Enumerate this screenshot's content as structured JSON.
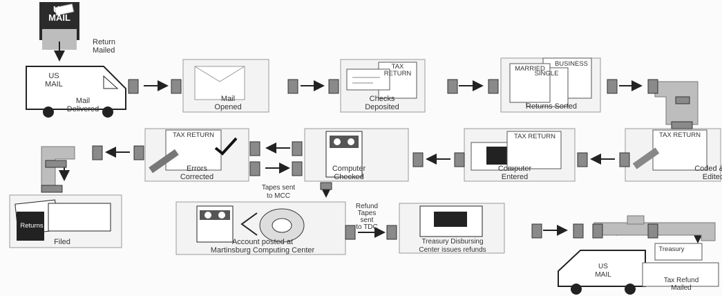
{
  "mailbox": {
    "text": "US\nMAIL",
    "caption": "Return\nMailed"
  },
  "steps": {
    "mail_delivered": {
      "truck_text": "US\nMAIL",
      "label": "Mail\nDelivered"
    },
    "mail_opened": {
      "label": "Mail\nOpened"
    },
    "checks_deposited": {
      "doc_title": "TAX RETURN",
      "label": "Checks\nDeposited"
    },
    "returns_sorted": {
      "tags": [
        "BUSINESS",
        "MARRIED",
        "SINGLE"
      ],
      "label": "Returns Sorted"
    },
    "coded_edited": {
      "doc_title": "TAX RETURN",
      "label": "Coded &\nEdited"
    },
    "computer_entered": {
      "doc_title": "TAX RETURN",
      "label": "Computer\nEntered"
    },
    "computer_checked": {
      "label": "Computer\nChecked"
    },
    "errors_corrected": {
      "doc_title": "TAX RETURN",
      "label": "Errors\nCorrected"
    },
    "filed": {
      "folder_tab": "Returns",
      "label": "Filed"
    },
    "account_posted": {
      "label": "Account posted at\nMartinsburg Computing Center"
    },
    "treasury": {
      "label": "Treasury Disbursing\nCenter issues refunds"
    },
    "tax_refund": {
      "check_text": "Treasury",
      "truck_text": "US\nMAIL",
      "label": "Tax Refund\nMailed"
    }
  },
  "notes": {
    "tapes_mcc": "Tapes sent\nto MCC",
    "refund_tapes": "Refund\nTapes\nsent\nto TDC"
  }
}
